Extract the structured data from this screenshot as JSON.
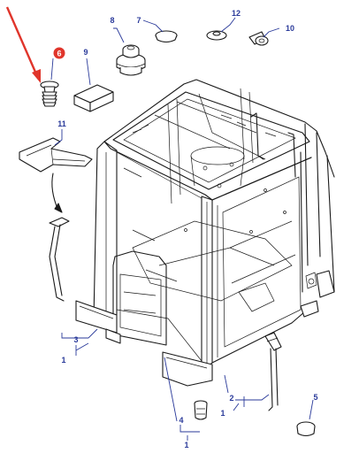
{
  "callouts": {
    "c1a": "1",
    "c1b": "1",
    "c1c": "1",
    "c2": "2",
    "c3": "3",
    "c4": "4",
    "c5": "5",
    "c6": "6",
    "c7": "7",
    "c8": "8",
    "c9": "9",
    "c10": "10",
    "c11": "11",
    "c12": "12"
  },
  "colors": {
    "callout_text": "#2a3a9a",
    "highlight_badge": "#e0352b",
    "pointer_arrow": "#e0352b",
    "line_art": "#1a1a1a"
  },
  "highlighted_part": "6"
}
